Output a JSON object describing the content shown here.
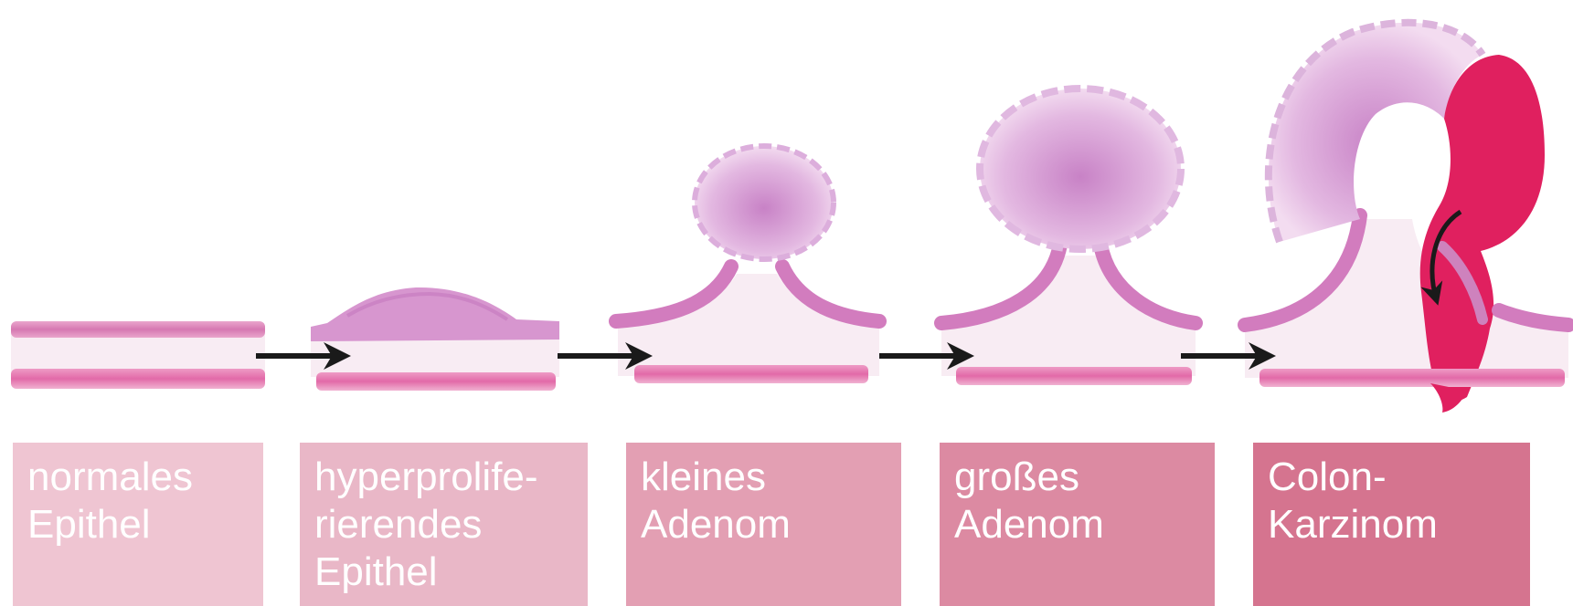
{
  "stages": [
    {
      "id": "normal",
      "lines": [
        "normales",
        "Epithel"
      ],
      "color": "#efc5d2"
    },
    {
      "id": "hyperproliferative",
      "lines": [
        "hyperprolife-",
        "rierendes",
        "Epithel"
      ],
      "color": "#e9b7c7"
    },
    {
      "id": "small-adenoma",
      "lines": [
        "kleines",
        "Adenom"
      ],
      "color": "#e39fb3"
    },
    {
      "id": "large-adenoma",
      "lines": [
        "großes",
        "Adenom"
      ],
      "color": "#dc8aa2"
    },
    {
      "id": "colon-carcinoma",
      "lines": [
        "Colon-",
        "Karzinom"
      ],
      "color": "#d5748f"
    }
  ],
  "colors": {
    "epithelium": "#d884bd",
    "stroma": "#f6e6ef",
    "muscularis": "#e17fb2",
    "adenoma": "#d29bd1",
    "carcinoma": "#e0205f",
    "arrow": "#1a1a1a"
  }
}
